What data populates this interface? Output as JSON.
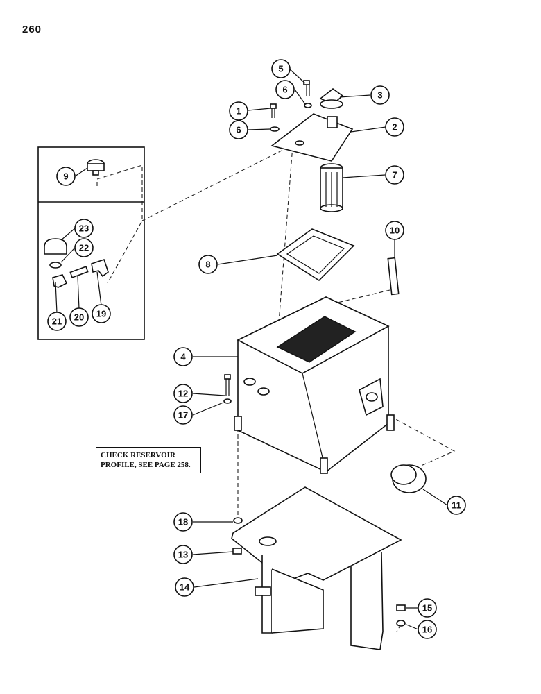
{
  "page_number": "260",
  "note": {
    "line1": "CHECK RESERVOIR",
    "line2": "PROFILE, SEE PAGE 258."
  },
  "callouts": [
    "1",
    "2",
    "3",
    "4",
    "5",
    "6",
    "6",
    "7",
    "8",
    "9",
    "10",
    "11",
    "12",
    "13",
    "14",
    "15",
    "16",
    "17",
    "18",
    "19",
    "20",
    "21",
    "22",
    "23"
  ]
}
